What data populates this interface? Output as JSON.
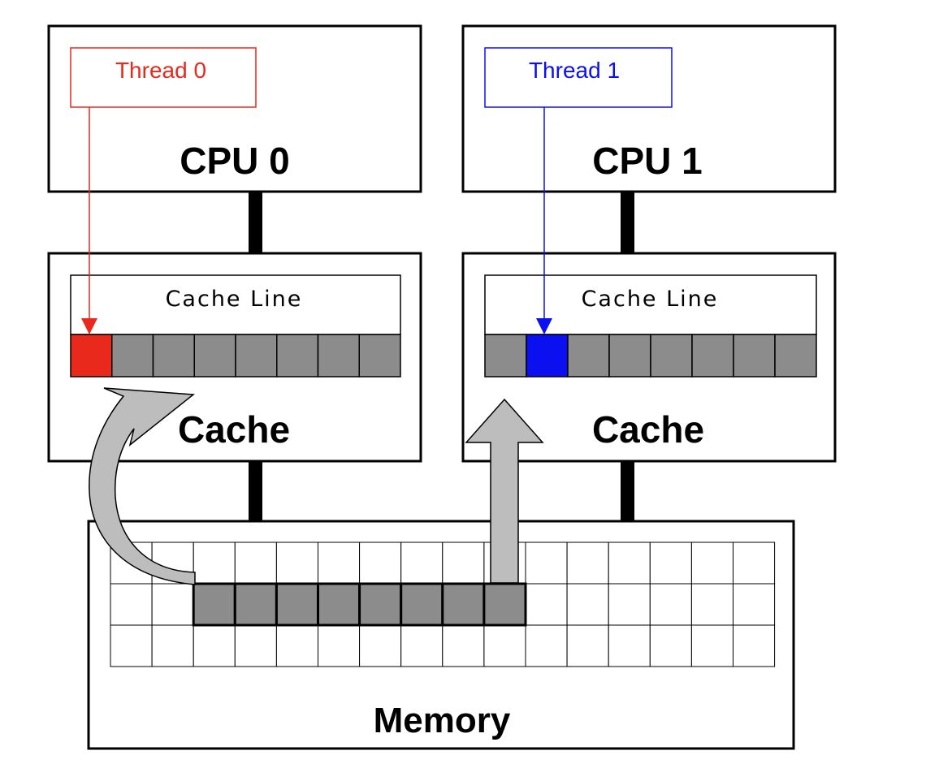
{
  "cpu0": {
    "label": "CPU 0",
    "thread_label": "Thread 0",
    "thread_color": "#e8291c"
  },
  "cpu1": {
    "label": "CPU 1",
    "thread_label": "Thread 1",
    "thread_color": "#0b10f0"
  },
  "cache0": {
    "label": "Cache",
    "line_label": "Cache Line",
    "highlight_slot": 0
  },
  "cache1": {
    "label": "Cache",
    "line_label": "Cache Line",
    "highlight_slot": 1
  },
  "memory": {
    "label": "Memory",
    "rows": 3,
    "cols": 16,
    "cache_line_row": 1,
    "cache_line_start_col": 2,
    "cache_line_length": 8
  },
  "colors": {
    "slot_gray": "#8c8c8c",
    "arrow_gray": "#bdbdbd",
    "border": "#000000"
  }
}
